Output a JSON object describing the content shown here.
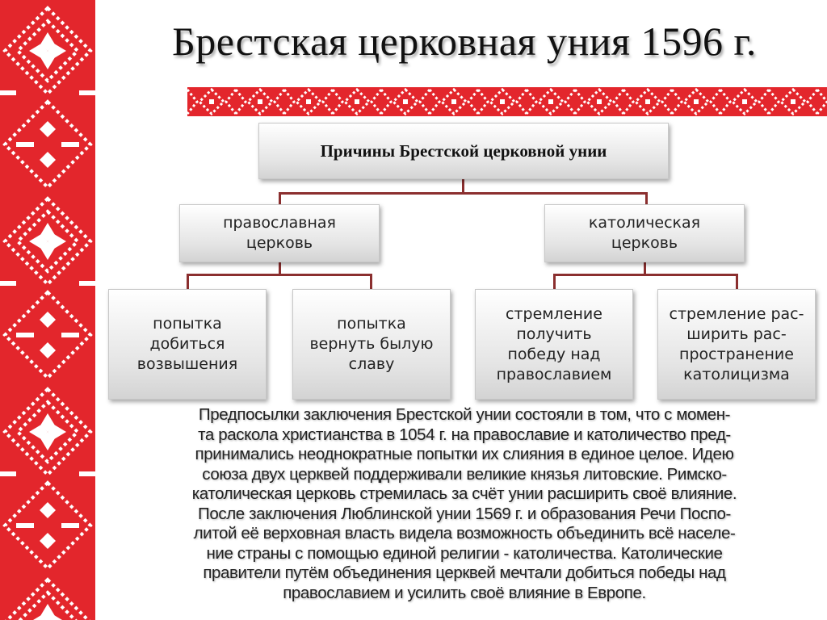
{
  "title": "Брестская церковная уния 1596 г.",
  "colors": {
    "ornament": "#e3262c",
    "connector": "#8b2f2f"
  },
  "diagram": {
    "root": "Причины Брестской церковной унии",
    "branches": [
      {
        "label_lines": [
          "православная",
          "церковь"
        ],
        "children": [
          {
            "lines": [
              "попытка",
              "добиться",
              "возвышения"
            ]
          },
          {
            "lines": [
              "попытка",
              "вернуть былую",
              "славу"
            ]
          }
        ]
      },
      {
        "label_lines": [
          "католическая",
          "церковь"
        ],
        "children": [
          {
            "lines": [
              "стремление",
              "получить",
              "победу над",
              "православием"
            ]
          },
          {
            "lines": [
              "стремление рас-",
              "ширить рас-",
              "пространение",
              "католицизма"
            ]
          }
        ]
      }
    ]
  },
  "paragraph_lines": [
    "Предпосылки заключения Брестской унии состояли в том, что с момен-",
    "та раскола христианства в 1054 г. на православие и католичество пред-",
    "принимались неоднократные попытки их слияния в единое целое. Идею",
    "союза двух церквей поддерживали великие князья литовские. Римско-",
    "католическая церковь стремилась за счёт унии расширить своё влияние.",
    "После заключения Люблинской унии 1569 г. и образования Речи Поспо-",
    "литой её верховная власть видела возможность объединить всё населе-",
    "ние страны с помощью единой религии - католичества. Католические",
    "правители путём объединения церквей мечтали добиться победы над",
    "православием и усилить своё влияние в Европе."
  ]
}
